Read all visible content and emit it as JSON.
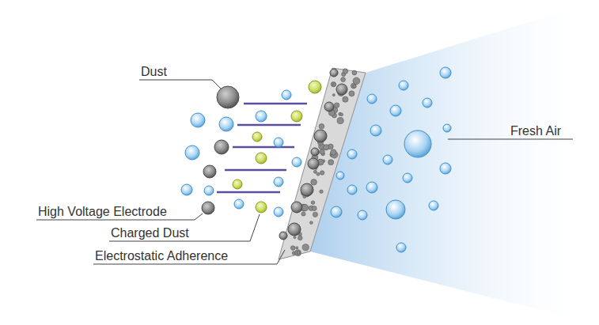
{
  "diagram": {
    "labels": [
      "Dust",
      "Fresh Air",
      "High Voltage Electrode",
      "Charged Dust",
      "Electrostatic Adherence"
    ]
  }
}
